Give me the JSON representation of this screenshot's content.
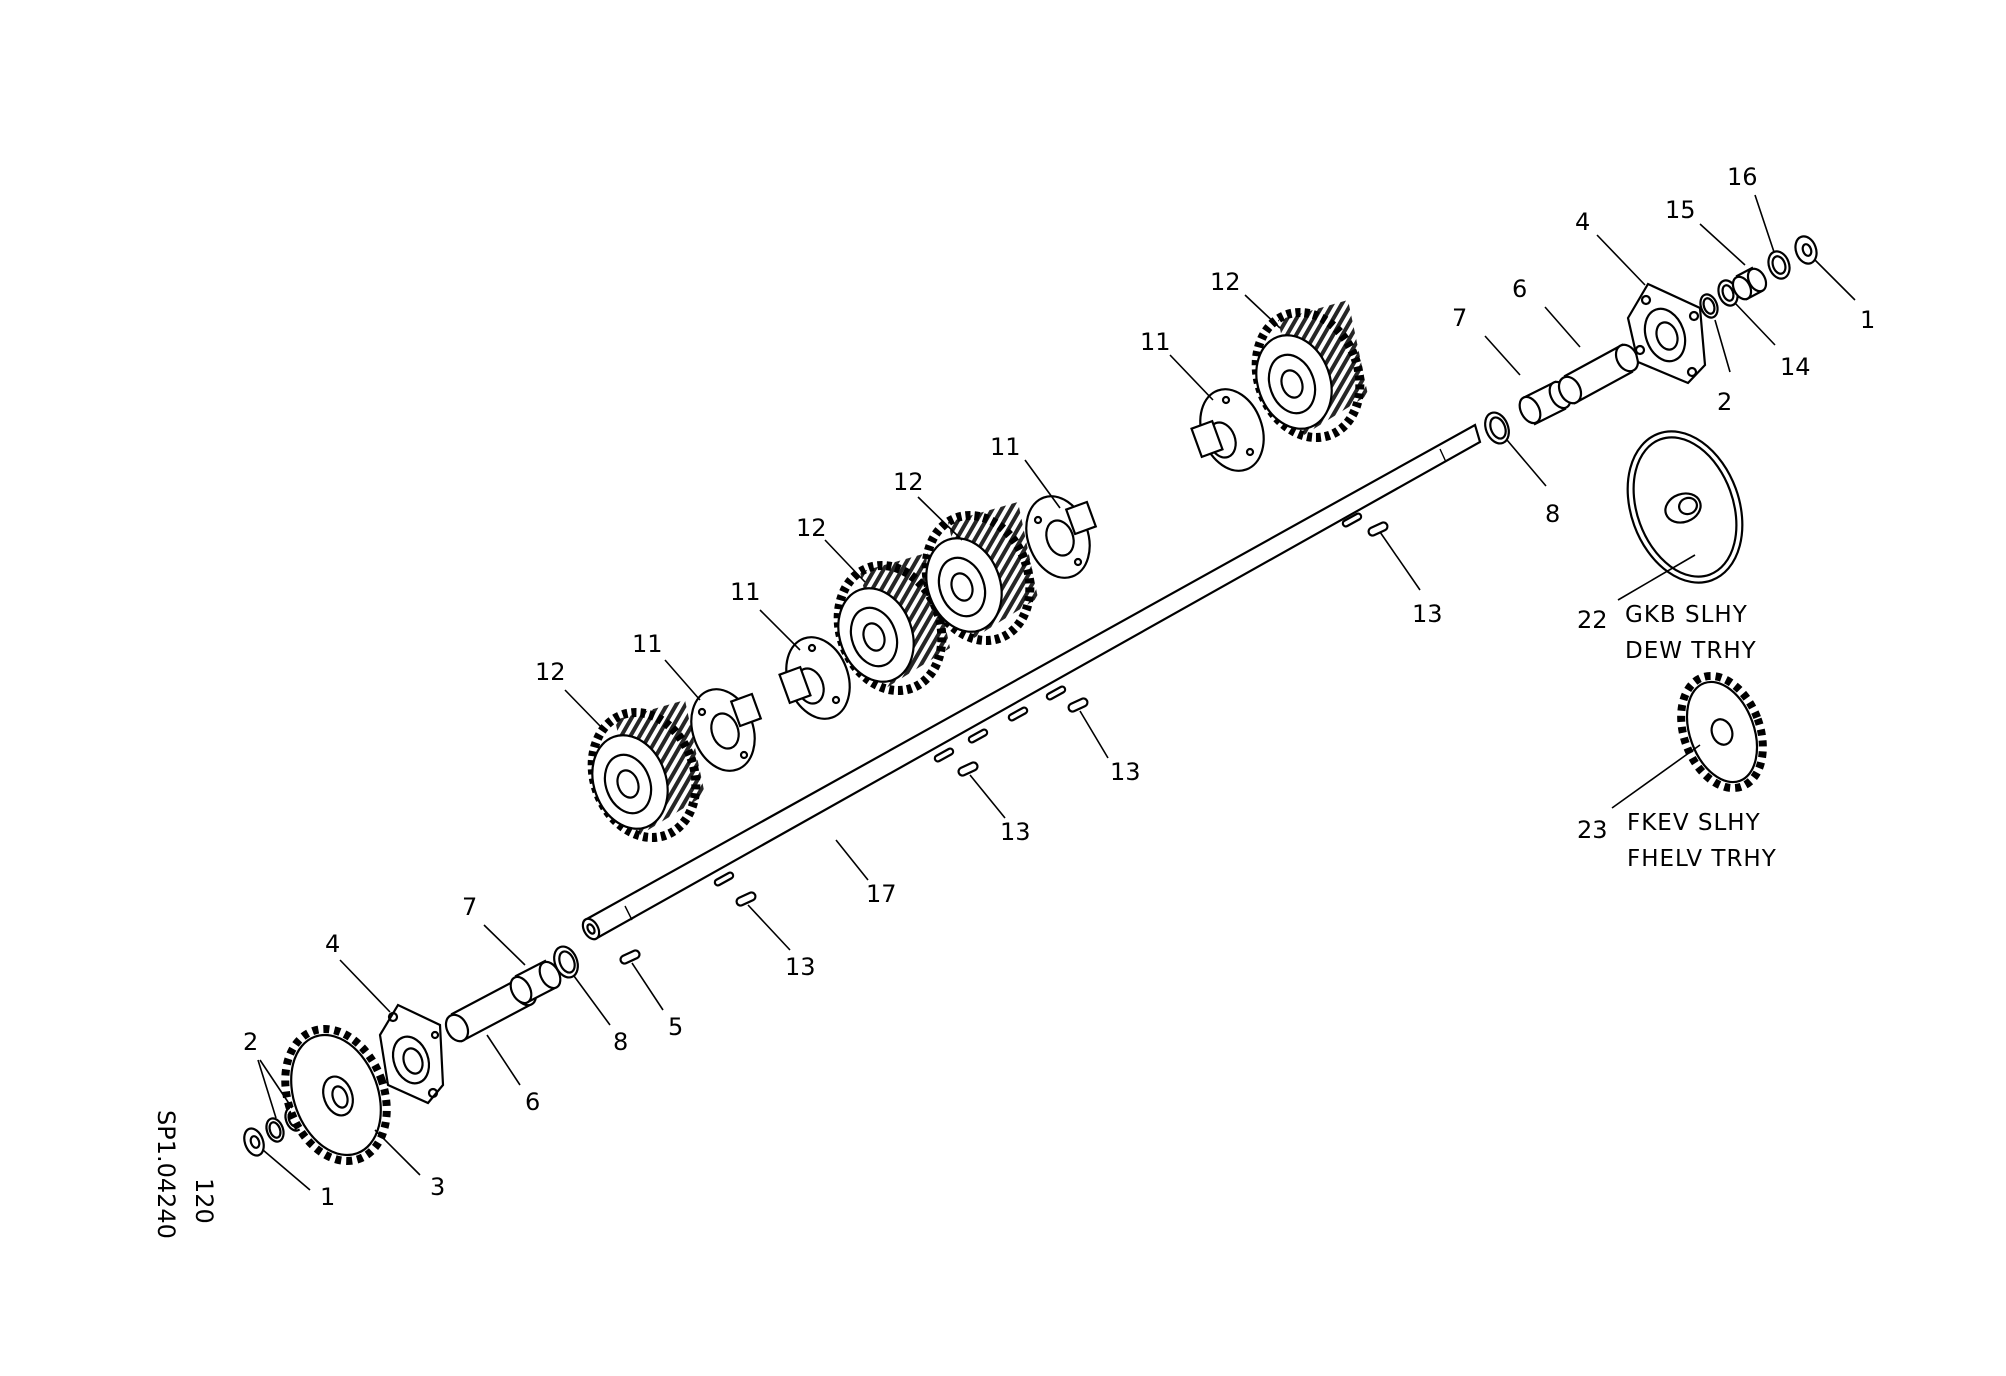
{
  "drawing": {
    "reference_code": "SP1.04240",
    "reference_number": "120"
  },
  "callouts": [
    {
      "id": "c1a",
      "number": "1"
    },
    {
      "id": "c2a",
      "number": "2"
    },
    {
      "id": "c3",
      "number": "3"
    },
    {
      "id": "c4a",
      "number": "4"
    },
    {
      "id": "c6a",
      "number": "6"
    },
    {
      "id": "c7a",
      "number": "7"
    },
    {
      "id": "c8a",
      "number": "8"
    },
    {
      "id": "c5",
      "number": "5"
    },
    {
      "id": "c13a",
      "number": "13"
    },
    {
      "id": "c17",
      "number": "17"
    },
    {
      "id": "c13b",
      "number": "13"
    },
    {
      "id": "c13c",
      "number": "13"
    },
    {
      "id": "c12a",
      "number": "12"
    },
    {
      "id": "c11a",
      "number": "11"
    },
    {
      "id": "c11b",
      "number": "11"
    },
    {
      "id": "c12b",
      "number": "12"
    },
    {
      "id": "c12c",
      "number": "12"
    },
    {
      "id": "c11c",
      "number": "11"
    },
    {
      "id": "c11d",
      "number": "11"
    },
    {
      "id": "c12d",
      "number": "12"
    },
    {
      "id": "c13d",
      "number": "13"
    },
    {
      "id": "c8b",
      "number": "8"
    },
    {
      "id": "c7b",
      "number": "7"
    },
    {
      "id": "c6b",
      "number": "6"
    },
    {
      "id": "c4b",
      "number": "4"
    },
    {
      "id": "c15",
      "number": "15"
    },
    {
      "id": "c16",
      "number": "16"
    },
    {
      "id": "c1b",
      "number": "1"
    },
    {
      "id": "c14",
      "number": "14"
    },
    {
      "id": "c2b",
      "number": "2"
    },
    {
      "id": "c22",
      "number": "22"
    },
    {
      "id": "c23",
      "number": "23"
    }
  ],
  "notes": {
    "part22_line1": "GKB SLHY",
    "part22_line2": "DEW TRHY",
    "part23_line1": "FKEV SLHY",
    "part23_line2": "FHELV TRHY"
  }
}
